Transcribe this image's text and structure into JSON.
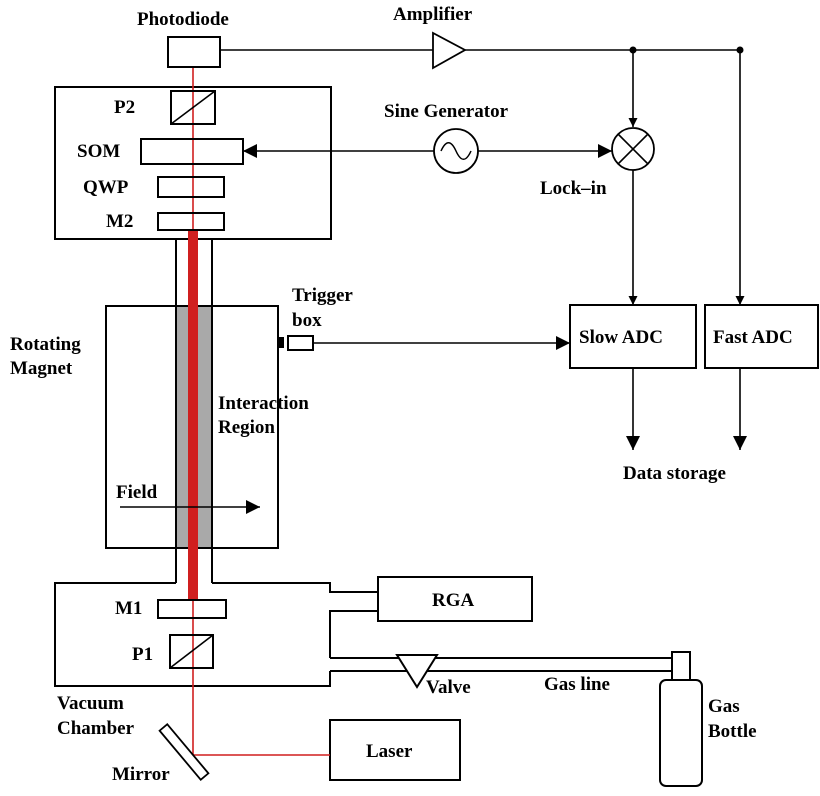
{
  "labels": {
    "photodiode": "Photodiode",
    "amplifier": "Amplifier",
    "p2": "P2",
    "som": "SOM",
    "qwp": "QWP",
    "m2": "M2",
    "sine_generator": "Sine Generator",
    "lock_in": "Lock–in",
    "trigger_line1": "Trigger",
    "trigger_line2": "box",
    "rotating_line1": "Rotating",
    "rotating_line2": "Magnet",
    "interaction_line1": "Interaction",
    "interaction_line2": "Region",
    "field": "Field",
    "slow_adc": "Slow ADC",
    "fast_adc": "Fast ADC",
    "data_storage": "Data storage",
    "m1": "M1",
    "p1": "P1",
    "rga": "RGA",
    "valve": "Valve",
    "gas_line": "Gas line",
    "gas_bottle_line1": "Gas",
    "gas_bottle_line2": "Bottle",
    "vacuum_line1": "Vacuum",
    "vacuum_line2": "Chamber",
    "mirror": "Mirror",
    "laser": "Laser"
  },
  "colors": {
    "laser_beam": "#d01f1f",
    "interaction_region": "#a9a9a9"
  }
}
